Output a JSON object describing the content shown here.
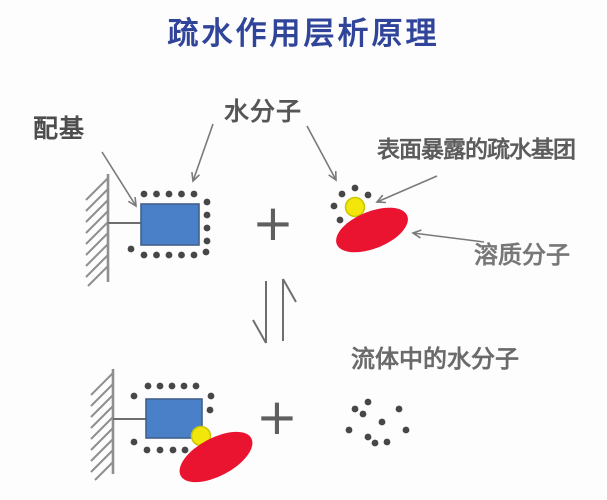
{
  "title": {
    "text": "疏水作用层析原理"
  },
  "labels": {
    "ligand": "配基",
    "water_molecule": "水分子",
    "exposed_hydrophobic_group": "表面暴露的疏水基团",
    "solute_molecule": "溶质分子",
    "water_in_fluid": "流体中的水分子",
    "plus": "+"
  },
  "colors": {
    "title_blue": "#30459a",
    "ligand_blue": "#4a80c8",
    "ligand_border": "#44618f",
    "solute_red": "#ea1430",
    "hydrophobic_yellow": "#f2e60a",
    "hydrophobic_yellow_border": "#c9c700",
    "dot_gray": "#474747",
    "line_gray": "#7a7a7a",
    "wall_gray": "#8a8a8a"
  }
}
